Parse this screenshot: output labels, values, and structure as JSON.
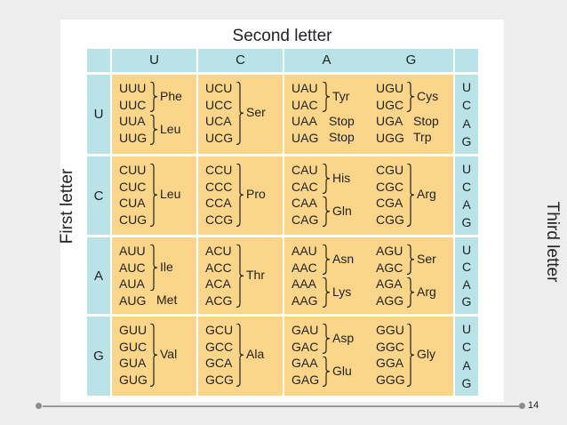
{
  "title": "Second letter",
  "first_letter_label": "First letter",
  "third_letter_label": "Third letter",
  "page_number": "14",
  "second_letters": [
    "U",
    "C",
    "A",
    "G"
  ],
  "first_letters": [
    "U",
    "C",
    "A",
    "G"
  ],
  "third_letters": [
    "U",
    "C",
    "A",
    "G"
  ],
  "colors": {
    "header_blue": "#b9e3e6",
    "cell_orange": "#fbd68a",
    "page_background": "#ededed"
  },
  "rows": [
    {
      "cells": [
        {
          "codons": [
            "UUU",
            "UUC",
            "UUA",
            "UUG"
          ],
          "groups": [
            {
              "label": "Phe",
              "span": [
                0,
                1
              ]
            },
            {
              "label": "Leu",
              "span": [
                2,
                3
              ]
            }
          ]
        },
        {
          "codons": [
            "UCU",
            "UCC",
            "UCA",
            "UCG"
          ],
          "groups": [
            {
              "label": "Ser",
              "span": [
                0,
                3
              ]
            }
          ]
        },
        {
          "codons": [
            "UAU",
            "UAC",
            "UAA",
            "UAG"
          ],
          "groups": [
            {
              "label": "Tyr",
              "span": [
                0,
                1
              ]
            },
            {
              "label": "Stop",
              "span": [
                2,
                2
              ],
              "plain": true
            },
            {
              "label": "Stop",
              "span": [
                3,
                3
              ],
              "plain": true
            }
          ]
        },
        {
          "codons": [
            "UGU",
            "UGC",
            "UGA",
            "UGG"
          ],
          "groups": [
            {
              "label": "Cys",
              "span": [
                0,
                1
              ]
            },
            {
              "label": "Stop",
              "span": [
                2,
                2
              ],
              "plain": true
            },
            {
              "label": "Trp",
              "span": [
                3,
                3
              ],
              "plain": true
            }
          ]
        }
      ]
    },
    {
      "cells": [
        {
          "codons": [
            "CUU",
            "CUC",
            "CUA",
            "CUG"
          ],
          "groups": [
            {
              "label": "Leu",
              "span": [
                0,
                3
              ]
            }
          ]
        },
        {
          "codons": [
            "CCU",
            "CCC",
            "CCA",
            "CCG"
          ],
          "groups": [
            {
              "label": "Pro",
              "span": [
                0,
                3
              ]
            }
          ]
        },
        {
          "codons": [
            "CAU",
            "CAC",
            "CAA",
            "CAG"
          ],
          "groups": [
            {
              "label": "His",
              "span": [
                0,
                1
              ]
            },
            {
              "label": "Gln",
              "span": [
                2,
                3
              ]
            }
          ]
        },
        {
          "codons": [
            "CGU",
            "CGC",
            "CGA",
            "CGG"
          ],
          "groups": [
            {
              "label": "Arg",
              "span": [
                0,
                3
              ]
            }
          ]
        }
      ]
    },
    {
      "cells": [
        {
          "codons": [
            "AUU",
            "AUC",
            "AUA",
            "AUG"
          ],
          "groups": [
            {
              "label": "Ile",
              "span": [
                0,
                2
              ]
            },
            {
              "label": "Met",
              "span": [
                3,
                3
              ],
              "plain": true
            }
          ]
        },
        {
          "codons": [
            "ACU",
            "ACC",
            "ACA",
            "ACG"
          ],
          "groups": [
            {
              "label": "Thr",
              "span": [
                0,
                3
              ]
            }
          ]
        },
        {
          "codons": [
            "AAU",
            "AAC",
            "AAA",
            "AAG"
          ],
          "groups": [
            {
              "label": "Asn",
              "span": [
                0,
                1
              ]
            },
            {
              "label": "Lys",
              "span": [
                2,
                3
              ]
            }
          ]
        },
        {
          "codons": [
            "AGU",
            "AGC",
            "AGA",
            "AGG"
          ],
          "groups": [
            {
              "label": "Ser",
              "span": [
                0,
                1
              ]
            },
            {
              "label": "Arg",
              "span": [
                2,
                3
              ]
            }
          ]
        }
      ]
    },
    {
      "cells": [
        {
          "codons": [
            "GUU",
            "GUC",
            "GUA",
            "GUG"
          ],
          "groups": [
            {
              "label": "Val",
              "span": [
                0,
                3
              ]
            }
          ]
        },
        {
          "codons": [
            "GCU",
            "GCC",
            "GCA",
            "GCG"
          ],
          "groups": [
            {
              "label": "Ala",
              "span": [
                0,
                3
              ]
            }
          ]
        },
        {
          "codons": [
            "GAU",
            "GAC",
            "GAA",
            "GAG"
          ],
          "groups": [
            {
              "label": "Asp",
              "span": [
                0,
                1
              ]
            },
            {
              "label": "Glu",
              "span": [
                2,
                3
              ]
            }
          ]
        },
        {
          "codons": [
            "GGU",
            "GGC",
            "GGA",
            "GGG"
          ],
          "groups": [
            {
              "label": "Gly",
              "span": [
                0,
                3
              ]
            }
          ]
        }
      ]
    }
  ]
}
